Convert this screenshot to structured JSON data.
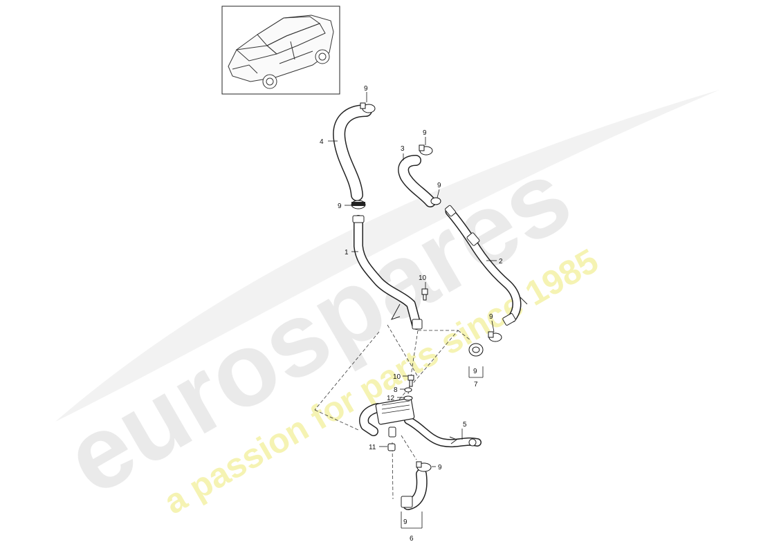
{
  "diagram": {
    "labels": {
      "p1": "1",
      "p2": "2",
      "p3": "3",
      "p4": "4",
      "p5": "5",
      "p6": "6",
      "p7": "7",
      "p8": "8",
      "p9_top": "9",
      "p9_clamp4": "9",
      "p9_clamp3a": "9",
      "p9_clamp3b": "9",
      "p9_right": "9",
      "p9_group7": "9",
      "p9_lower": "9",
      "p9_group6": "9",
      "p10_upper": "10",
      "p10_lower": "10",
      "p11": "11",
      "p12": "12"
    }
  },
  "watermark": {
    "brand": "eurospares",
    "tagline": "a passion for parts since 1985",
    "brand_color": "#e6e6e6",
    "tagline_color": "#f3f0a0"
  },
  "colors": {
    "line": "#222222"
  }
}
